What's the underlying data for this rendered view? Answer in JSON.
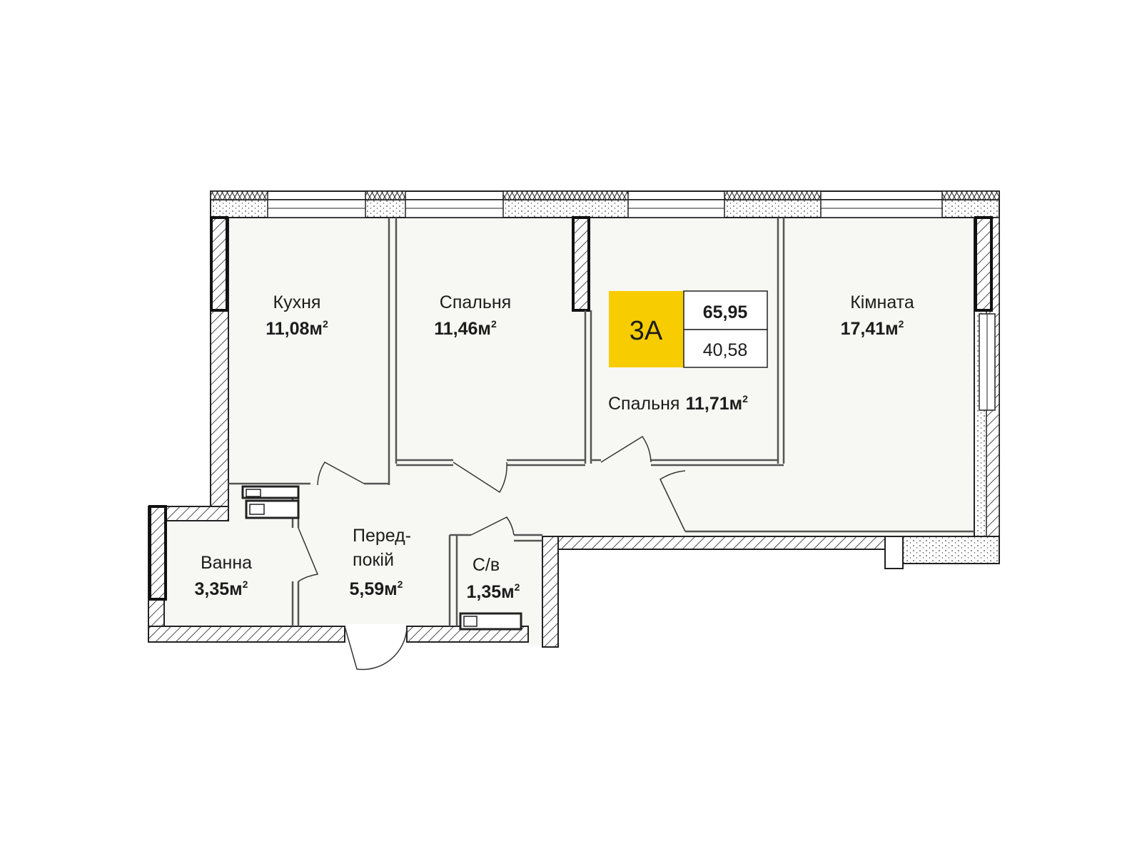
{
  "apartment": {
    "type_code": "3А",
    "total_area": "65,95",
    "living_area": "40,58",
    "badge_color": "#f7cc00"
  },
  "rooms": {
    "kitchen": {
      "name": "Кухня",
      "area": "11,08м",
      "unit_sup": "2"
    },
    "bedroom1": {
      "name": "Спальня",
      "area": "11,46м",
      "unit_sup": "2"
    },
    "bedroom2": {
      "name": "Спальня",
      "area": "11,71м",
      "unit_sup": "2"
    },
    "room": {
      "name": "Кімната",
      "area": "17,41м",
      "unit_sup": "2"
    },
    "bath": {
      "name": "Ванна",
      "area": "3,35м",
      "unit_sup": "2"
    },
    "hall": {
      "name_line1": "Перед-",
      "name_line2": "покій",
      "area": "5,59м",
      "unit_sup": "2"
    },
    "wc": {
      "name": "С/в",
      "area": "1,35м",
      "unit_sup": "2"
    }
  },
  "colors": {
    "floor": "#f7f7f3",
    "wall": "#222222",
    "window_fill": "#ffffff"
  }
}
